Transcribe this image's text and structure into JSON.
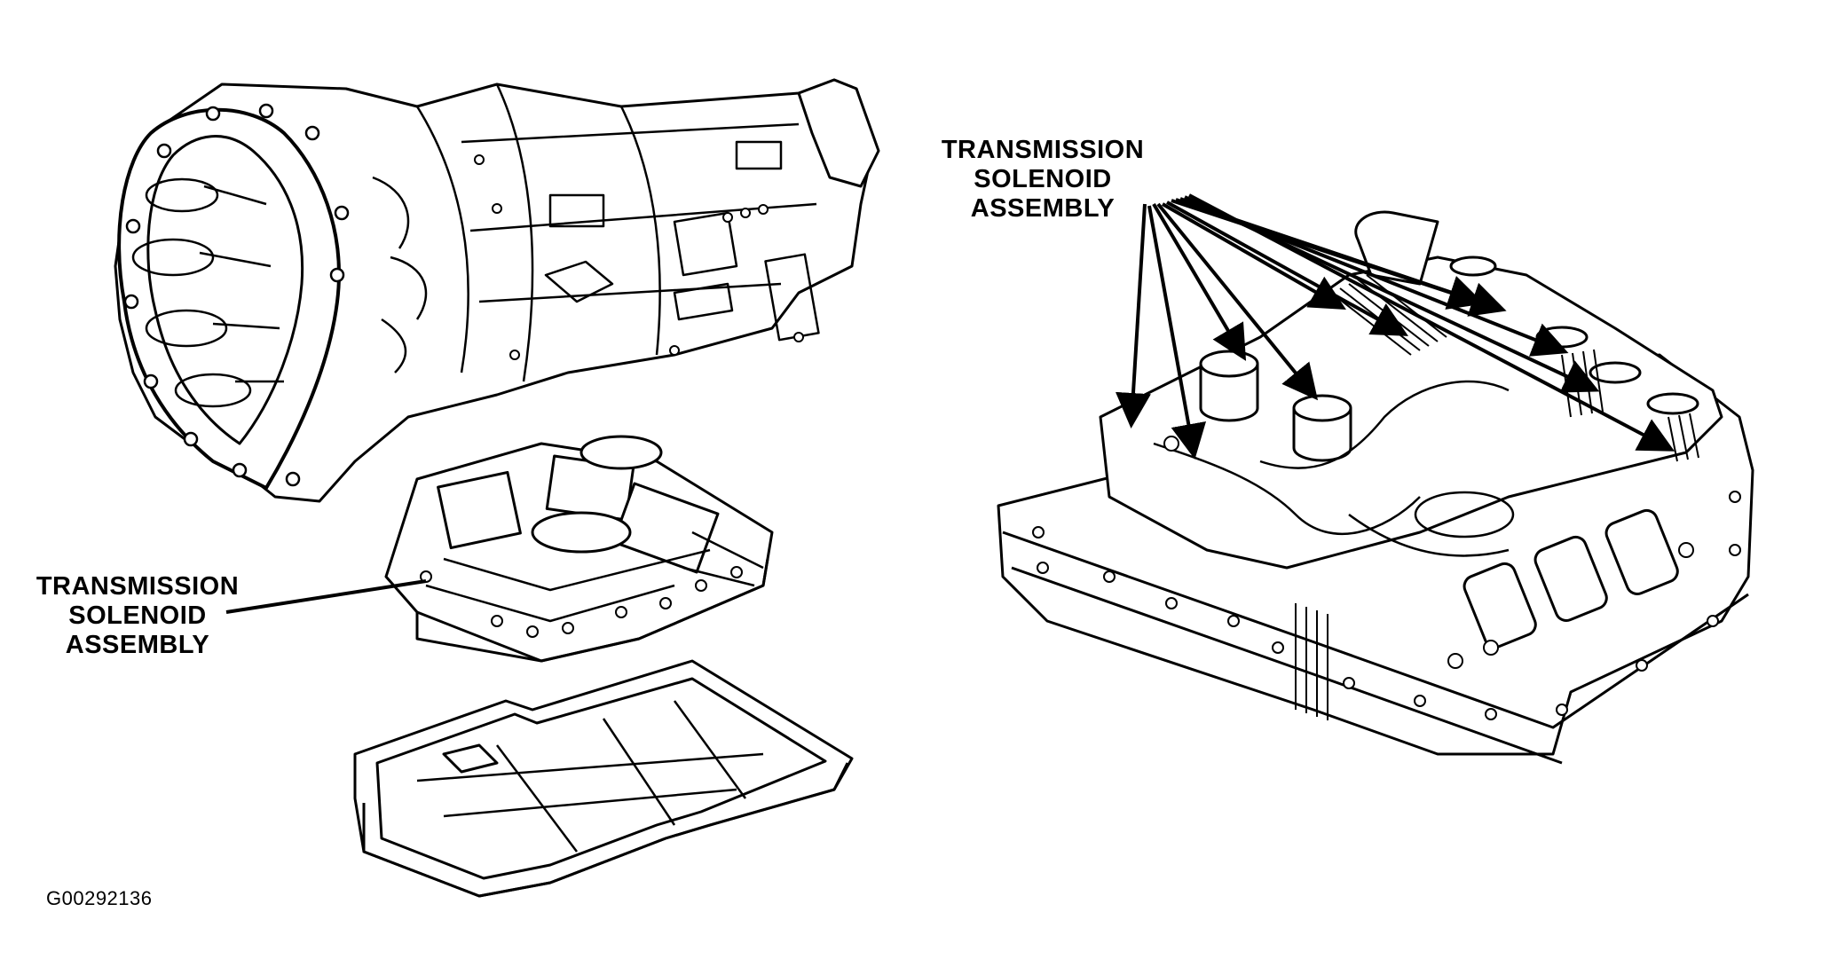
{
  "callouts": {
    "left": {
      "line1": "TRANSMISSION",
      "line2": "SOLENOID",
      "line3": "ASSEMBLY"
    },
    "right": {
      "line1": "TRANSMISSION",
      "line2": "SOLENOID",
      "line3": "ASSEMBLY"
    }
  },
  "figure_code": "G00292136"
}
